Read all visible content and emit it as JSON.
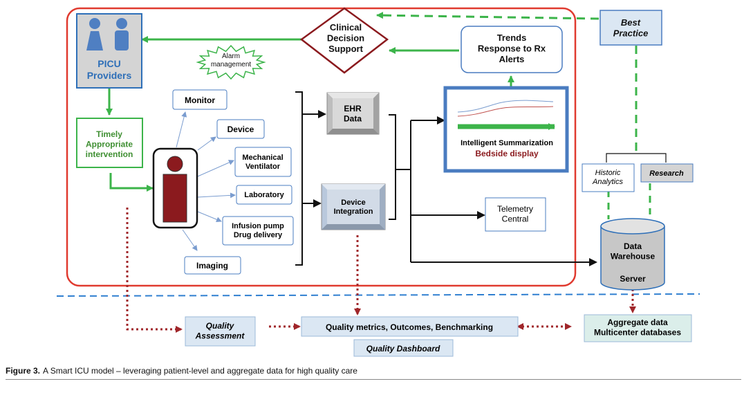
{
  "diagram": {
    "nodes": {
      "picu_providers": "PICU\nProviders",
      "timely_intervention": "Timely\nAppropriate\nintervention",
      "alarm_management": "Alarm\nmanagement",
      "clinical_decision_support": "Clinical\nDecision\nSupport",
      "trends": "Trends\nResponse to Rx\nAlerts",
      "best_practice": "Best\nPractice",
      "monitor": "Monitor",
      "device": "Device",
      "mechanical_ventilator": "Mechanical\nVentilator",
      "laboratory": "Laboratory",
      "infusion_pump": "Infusion pump\nDrug delivery",
      "imaging": "Imaging",
      "ehr_data": "EHR\nData",
      "device_integration": "Device\nIntegration",
      "intelligent_summarization": "Intelligent Summarization",
      "bedside_display": "Bedside display",
      "telemetry_central": "Telemetry\nCentral",
      "historic_analytics": "Historic\nAnalytics",
      "research": "Research",
      "data_warehouse": "Data\nWarehouse",
      "server": "Server",
      "quality_assessment": "Quality\nAssessment",
      "quality_metrics": "Quality metrics, Outcomes, Benchmarking",
      "quality_dashboard": "Quality Dashboard",
      "aggregate_data": "Aggregate data\nMulticenter databases"
    },
    "colors": {
      "icu_border": "#e03a2f",
      "green": "#3cb44a",
      "green_text": "#3f8f32",
      "dark_red": "#8b1a1e",
      "dotted_red": "#a0262a",
      "blue_text": "#2e6fb8",
      "frame_blue": "#4a7cc0",
      "light_blue_fill": "#dbe7f3",
      "dashed_blue": "#2f7fd0",
      "gray_fill": "#d4d4d4",
      "cylinder_fill": "#c7c7c7"
    }
  },
  "caption": {
    "label": "Figure 3.",
    "text": "A Smart ICU model – leveraging patient-level and aggregate data for high quality care"
  }
}
